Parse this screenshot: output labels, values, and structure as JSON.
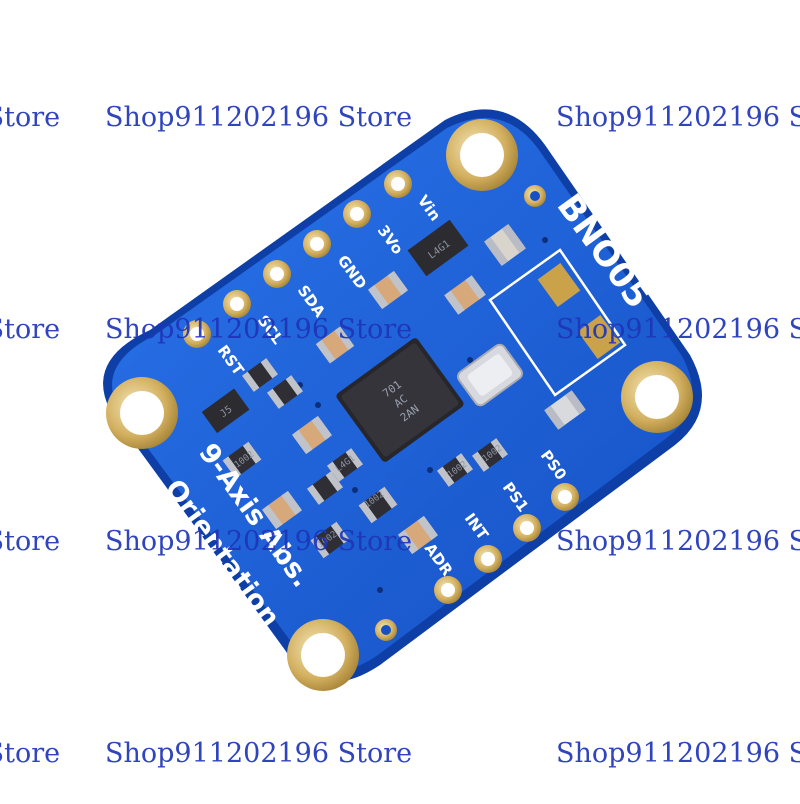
{
  "image": {
    "subject": "blue circuit board module with a central chip",
    "colors": {
      "background": "#ffffff",
      "board": "#1a5fd8",
      "board_edge": "#0d3fa6",
      "pad_gold": "#c9a24a",
      "pad_ring": "#e9d9a6",
      "chip": "#26262b",
      "watermark": "#1f35b8"
    }
  },
  "watermark": {
    "text": "Shop911202196 Store"
  },
  "board": {
    "model_label": "BNO05",
    "title_line1": "9-Axis Abs.",
    "title_line2": "Orientation",
    "pins_top": [
      "Vin",
      "3Vo",
      "GND",
      "SDA",
      "SCL",
      "RST"
    ],
    "pins_side": [
      "PS0",
      "PS1",
      "INT",
      "ADR"
    ],
    "chip_marking": [
      "701",
      "AC",
      "2AN"
    ],
    "component_codes": [
      "L4G1",
      "J5",
      "1002",
      "1002",
      "1002",
      "1002",
      "1002",
      "L4G1"
    ]
  }
}
